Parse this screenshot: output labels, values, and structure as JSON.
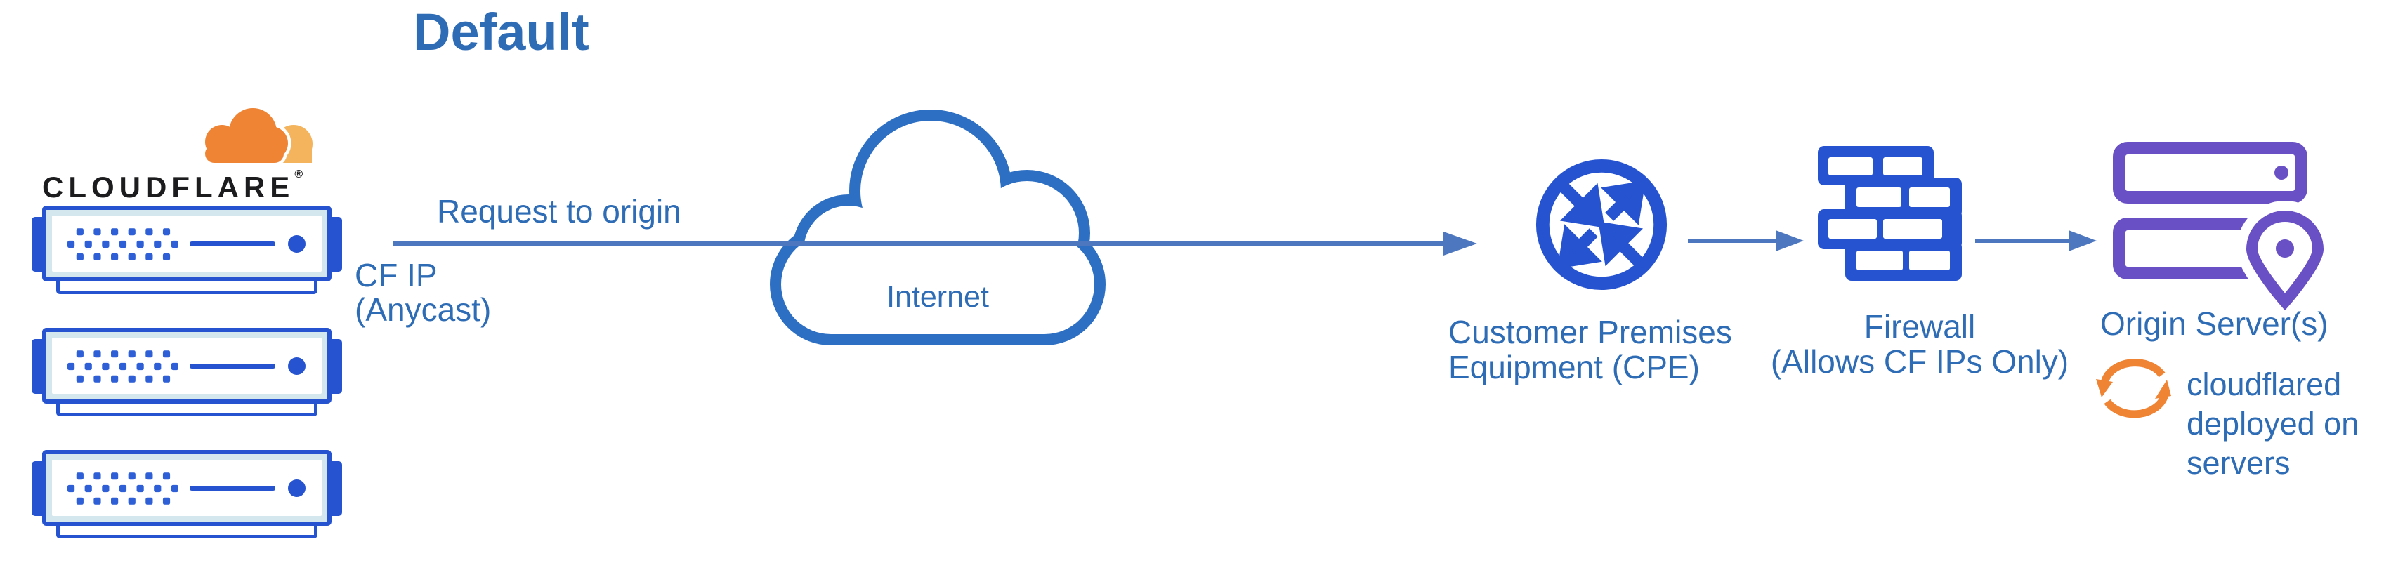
{
  "title": "Default",
  "cloudflare": {
    "wordmark": "CLOUDFLARE",
    "registered": "®"
  },
  "flow": {
    "request_label": "Request to origin",
    "cf_ip_lines": [
      "CF IP",
      "(Anycast)"
    ]
  },
  "internet": {
    "label": "Internet"
  },
  "nodes": {
    "cpe": {
      "label_lines": [
        "Customer Premises",
        "Equipment (CPE)"
      ]
    },
    "firewall": {
      "label_lines": [
        "Firewall",
        "(Allows CF IPs Only)"
      ]
    },
    "origin": {
      "label": "Origin Server(s)",
      "note_lines": [
        "cloudflared",
        "deployed on",
        "servers"
      ]
    }
  },
  "colors": {
    "label_blue": "#2e6cb5",
    "arrow_blue": "#4d77be",
    "icon_blue": "#2653d0",
    "cloud_outline_blue": "#2d6fc3",
    "origin_purple": "#6950c5",
    "cloudflare_orange": "#ee8434",
    "cloudflare_orange_light": "#f4b45e",
    "wordmark_black": "#1c1c1e",
    "server_fill_light": "#d5e7ee"
  }
}
